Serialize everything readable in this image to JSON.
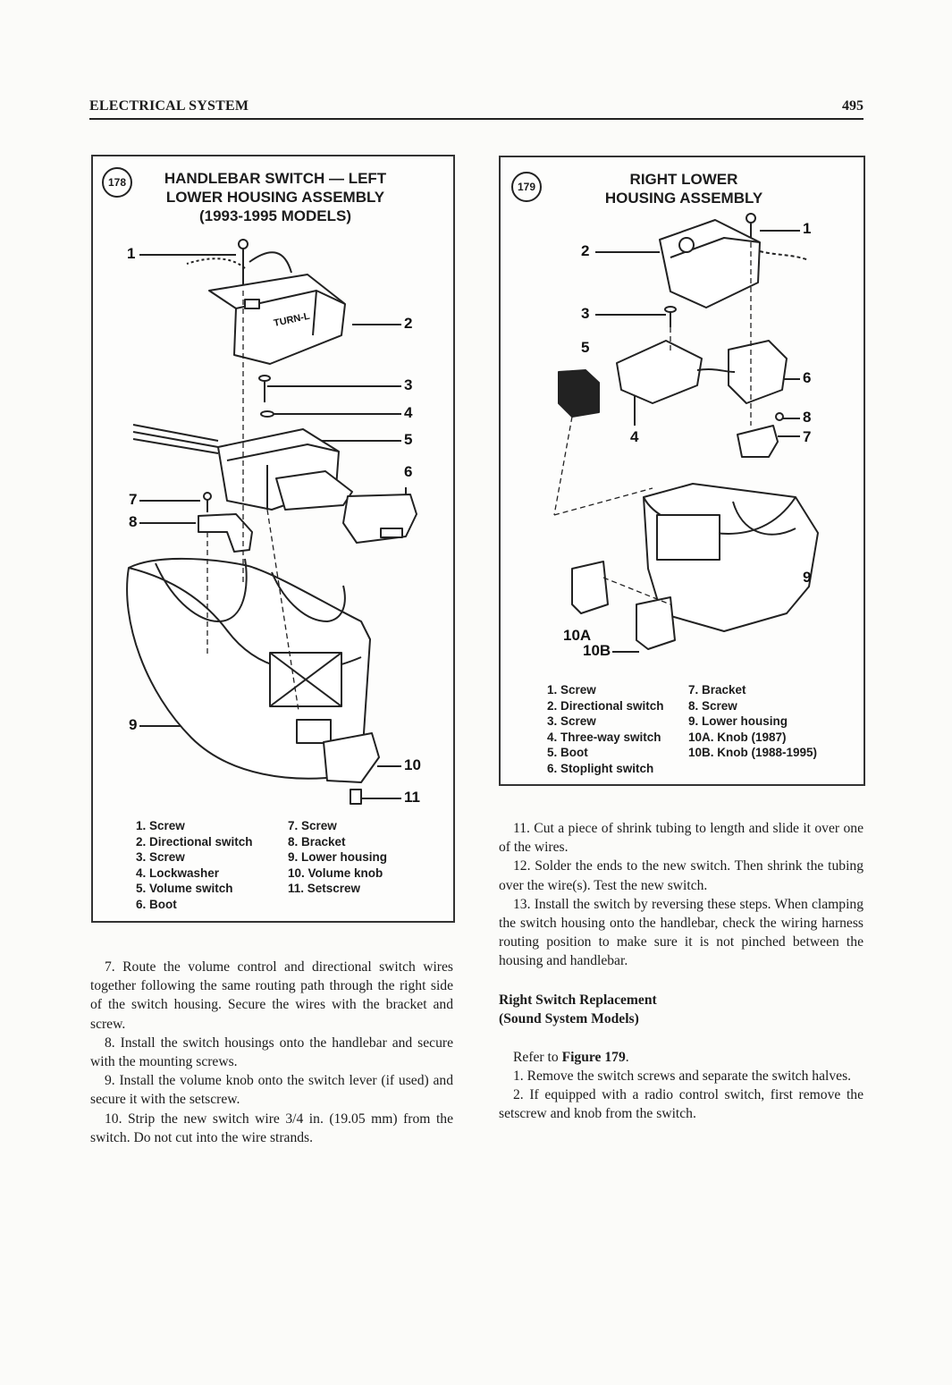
{
  "header": {
    "section": "ELECTRICAL SYSTEM",
    "page_number": "495"
  },
  "figure178": {
    "number": "178",
    "title_lines": [
      "HANDLEBAR SWITCH — LEFT",
      "LOWER HOUSING ASSEMBLY",
      "(1993-1995 MODELS)"
    ],
    "label_text": "TURN-L",
    "callouts": [
      "1",
      "2",
      "3",
      "4",
      "5",
      "6",
      "7",
      "8",
      "9",
      "10",
      "11"
    ],
    "legend_left": [
      "1. Screw",
      "2. Directional switch",
      "3. Screw",
      "4. Lockwasher",
      "5. Volume switch",
      "6. Boot"
    ],
    "legend_right": [
      "7. Screw",
      "8. Bracket",
      "9. Lower housing",
      "10. Volume knob",
      "11. Setscrew"
    ]
  },
  "figure179": {
    "number": "179",
    "title_lines": [
      "RIGHT LOWER",
      "HOUSING ASSEMBLY"
    ],
    "callouts": [
      "1",
      "2",
      "3",
      "5",
      "4",
      "6",
      "8",
      "7",
      "9",
      "10A",
      "10B"
    ],
    "legend_left": [
      "1. Screw",
      "2. Directional switch",
      "3. Screw",
      "4. Three-way switch",
      "5. Boot",
      "6. Stoplight switch"
    ],
    "legend_right": [
      "7. Bracket",
      "8. Screw",
      "9. Lower housing",
      "10A. Knob (1987)",
      "10B. Knob (1988-1995)"
    ]
  },
  "left_text": [
    "7. Route the volume control and directional switch wires together following the same routing path through the right side of the switch housing. Secure the wires with the bracket and screw.",
    "8. Install the switch housings onto the handlebar and secure with the mounting screws.",
    "9. Install the volume knob onto the switch lever (if used) and secure it with the setscrew.",
    "10. Strip the new switch wire 3/4 in. (19.05 mm) from the switch. Do not cut into the wire strands."
  ],
  "right_text": [
    "11. Cut a piece of shrink tubing to length and slide it over one of the wires.",
    "12. Solder the ends to the new switch. Then shrink the tubing over the wire(s). Test the new switch.",
    "13. Install the switch by reversing these steps. When clamping the switch housing onto the handlebar, check the wiring harness routing position to make sure it is not pinched between the housing and handlebar."
  ],
  "right_subhead": [
    "Right Switch Replacement",
    "(Sound System Models)"
  ],
  "right_ref": {
    "prefix": "Refer to ",
    "figure": "Figure 179",
    "suffix": "."
  },
  "right_steps": [
    "1. Remove the switch screws and separate the switch halves.",
    "2. If equipped with a radio control switch, first remove the setscrew and knob from the switch."
  ]
}
